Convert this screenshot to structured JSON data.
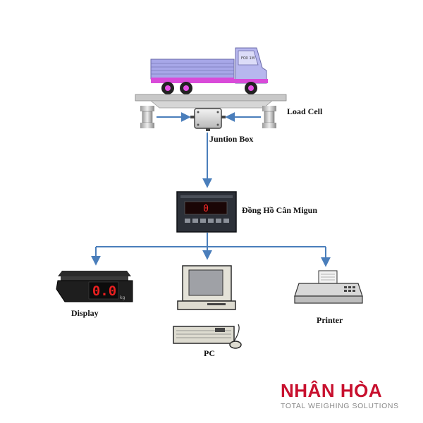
{
  "labels": {
    "load_cell": "Load Cell",
    "junction_box": "Juntion Box",
    "indicator": "Đồng Hồ Cân Migun",
    "display": "Display",
    "pc": "PC",
    "printer": "Printer"
  },
  "truck_plate": "FOX 1M",
  "display_reading": "0.0",
  "display_unit": "kg",
  "indicator_reading": "0",
  "brand": {
    "name": "NHÂN HÒA",
    "tagline": "TOTAL WEIGHING SOLUTIONS"
  },
  "colors": {
    "arrow": "#4a7ebb",
    "truck_cargo": "#a7a7e8",
    "truck_stripe": "#d94bd9",
    "brand_red": "#c8102e",
    "display_digits": "#e82020"
  }
}
